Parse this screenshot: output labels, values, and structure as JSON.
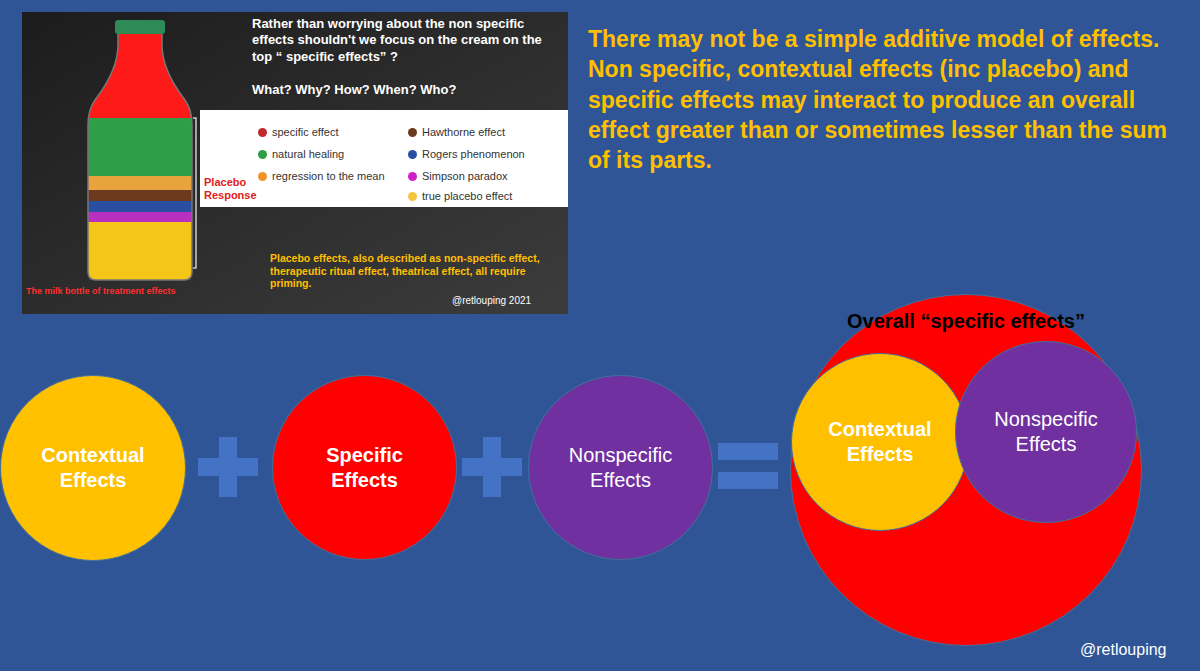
{
  "diagram": {
    "nodes": [
      {
        "text": [
          "Contextual Effects"
        ]
      },
      {
        "text": [
          "Specific Effects"
        ]
      },
      {
        "text": [
          "Nonspecific Effects"
        ]
      },
      {
        "text": [
          "Overall “specific effects”"
        ]
      },
      {
        "text": [
          "Contextual Effects"
        ],
        "in": 3
      },
      {
        "text": [
          "Nonspecific Effects"
        ],
        "in": 3
      }
    ],
    "labels": [
      "There may not be a simple additive model of effects. Non specific, contextual effects (inc placebo) and specific effects may interact to produce an overall effect greater than or sometimes lesser than the sum of its parts.",
      "Rather than worrying about the non specific effects shouldn't we focus on the cream on the top “ specific effects” ?",
      "What? Why? How? When? Who?",
      "Placebo Response",
      "The milk bottle of treatment effects",
      "Placebo effects, also described as non-specific effect, therapeutic ritual effect, theatrical effect, all require priming.",
      "@retlouping 2021",
      "@retlouping"
    ],
    "legend": [
      {
        "text": "specific effect",
        "color": "#C0282D"
      },
      {
        "text": "natural healing",
        "color": "#2E9E47"
      },
      {
        "text": "regression to the mean",
        "color": "#F0932B"
      },
      {
        "text": "Hawthorne effect",
        "color": "#6B3A1F"
      },
      {
        "text": "Rogers phenomenon",
        "color": "#2A4FA0"
      },
      {
        "text": "Simpson paradox",
        "color": "#D020C8"
      },
      {
        "text": "true placebo effect",
        "color": "#F5C542"
      }
    ]
  }
}
